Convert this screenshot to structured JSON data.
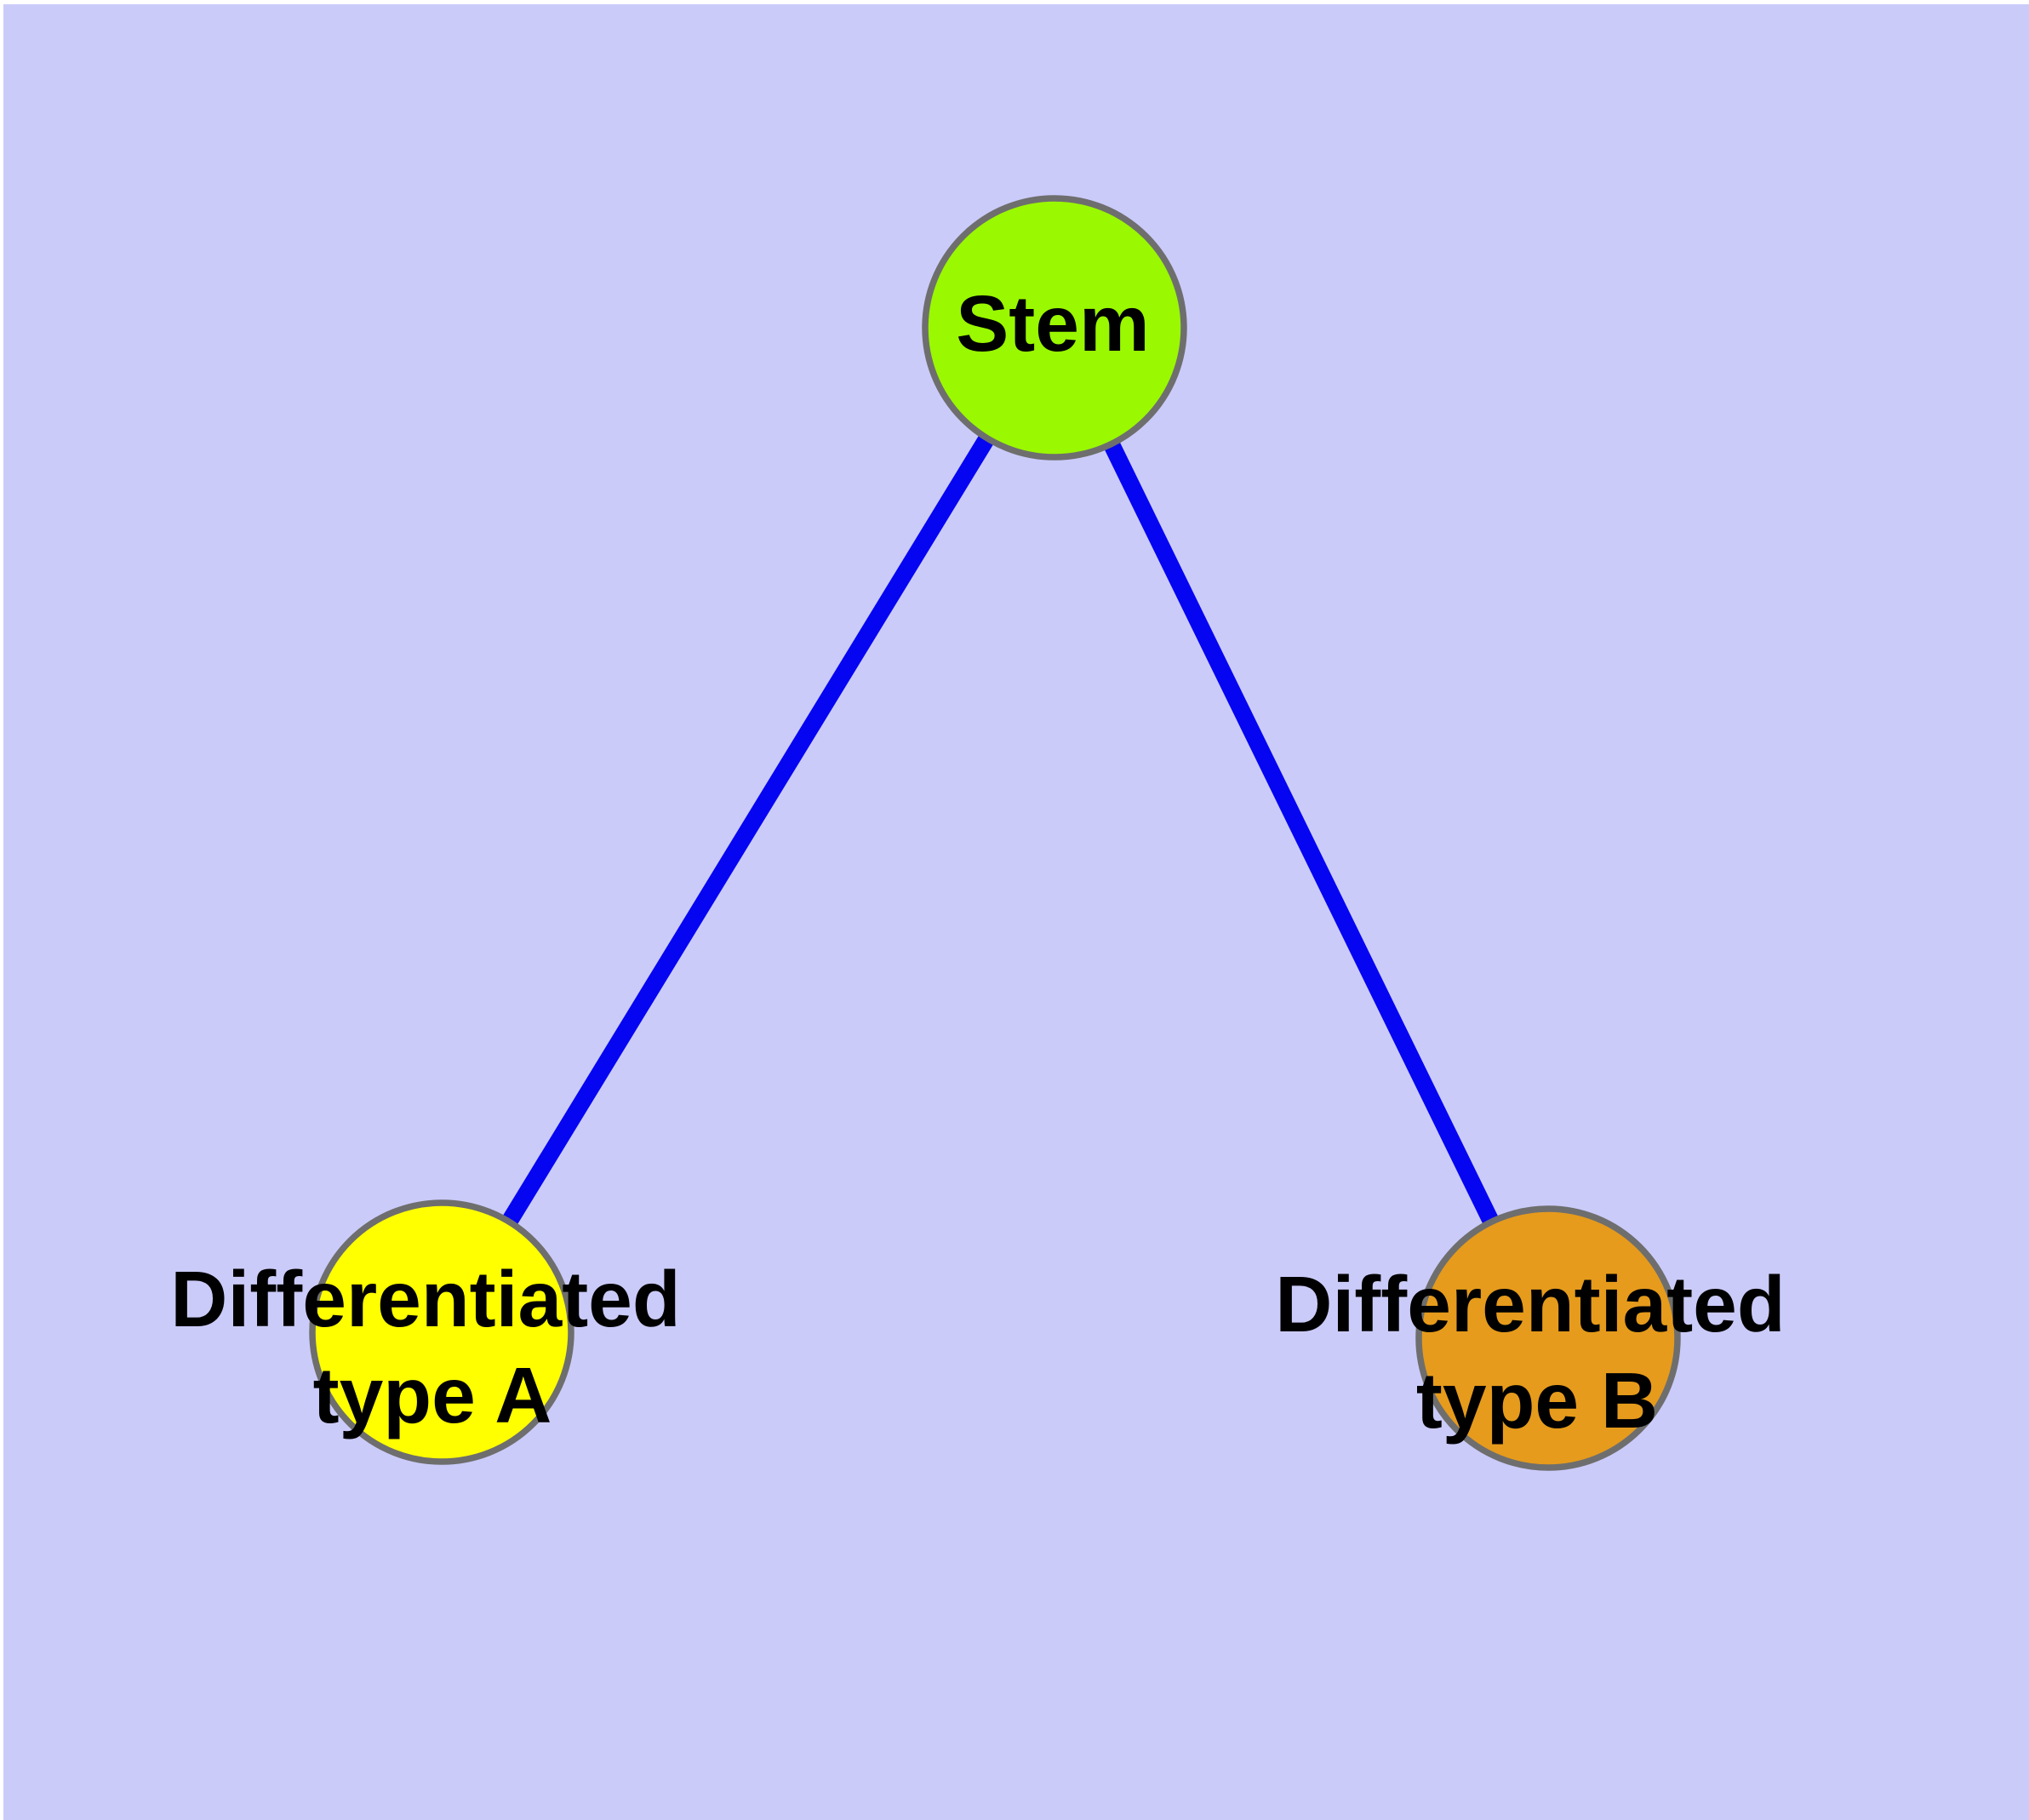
{
  "canvas": {
    "background_color": "#CBCBFA",
    "frame_color": "#FFFFFF"
  },
  "styles": {
    "edge_color": "#0505F2",
    "edge_width": "20",
    "node_border_color": "#6E6E6E",
    "label_color": "#000000"
  },
  "nodes": [
    {
      "id": "stem",
      "label": "Stem",
      "fill": "#9AF800"
    },
    {
      "id": "differentiated-type-a",
      "label_line1": "Differentiated",
      "label_line2": "type A",
      "label_full": "Differentiated type A",
      "fill": "#FFFF00"
    },
    {
      "id": "differentiated-type-b",
      "label_line1": "Differentiated",
      "label_line2": "type B",
      "label_full": "Differentiated type B",
      "fill": "#E69B1C"
    }
  ],
  "edges": [
    {
      "from": "Stem",
      "to": "Differentiated type A"
    },
    {
      "from": "Stem",
      "to": "Differentiated type B"
    }
  ]
}
